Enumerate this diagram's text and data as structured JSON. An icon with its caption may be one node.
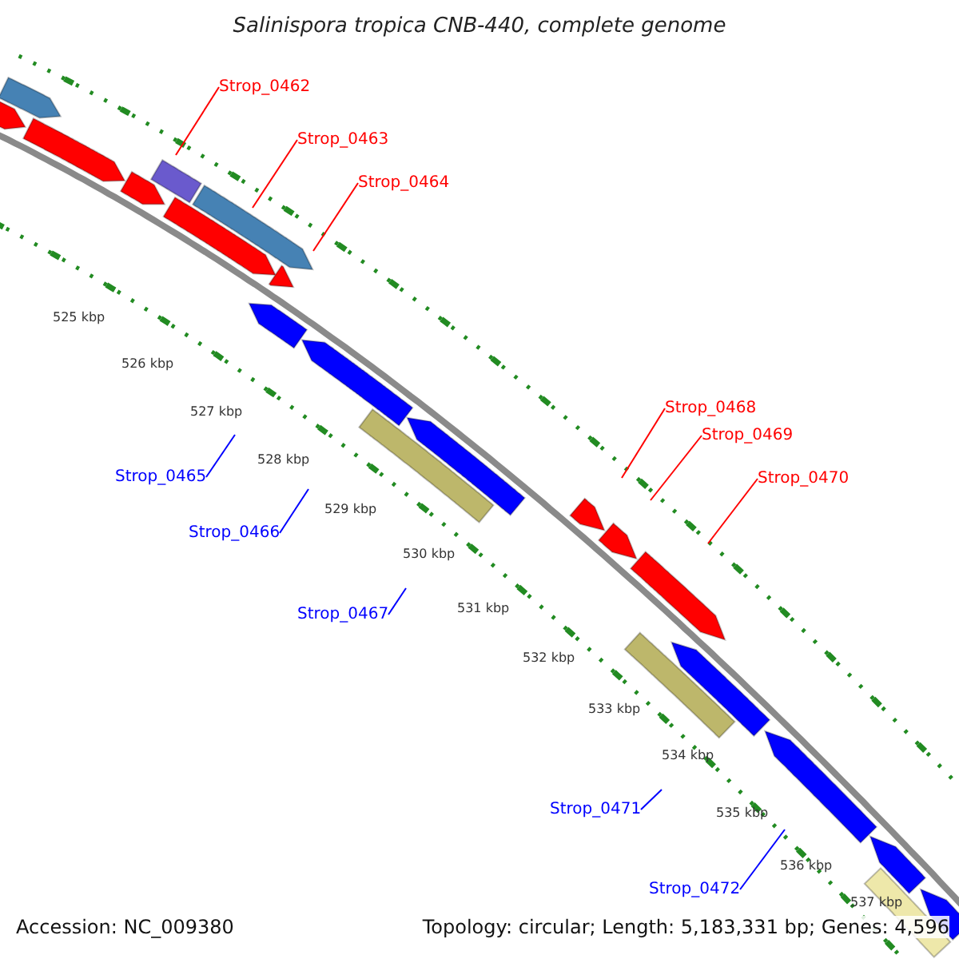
{
  "diagram": {
    "title": "Salinispora tropica CNB-440, complete genome",
    "nodes": [
      {
        "text": [
          "Strop_0462"
        ]
      },
      {
        "text": [
          "Strop_0463"
        ]
      },
      {
        "text": [
          "Strop_0464"
        ]
      },
      {
        "text": [
          "Strop_0468"
        ]
      },
      {
        "text": [
          "Strop_0469"
        ]
      },
      {
        "text": [
          "Strop_0470"
        ]
      },
      {
        "text": [
          "Strop_0465"
        ]
      },
      {
        "text": [
          "Strop_0466"
        ]
      },
      {
        "text": [
          "Strop_0467"
        ]
      },
      {
        "text": [
          "Strop_0471"
        ]
      },
      {
        "text": [
          "Strop_0472"
        ]
      }
    ],
    "edges": [
      {
        "from": 0,
        "to": null,
        "arrow": "none"
      },
      {
        "from": 1,
        "to": null,
        "arrow": "none"
      },
      {
        "from": 2,
        "to": null,
        "arrow": "none"
      },
      {
        "from": 3,
        "to": null,
        "arrow": "none"
      },
      {
        "from": 4,
        "to": null,
        "arrow": "none"
      },
      {
        "from": 5,
        "to": null,
        "arrow": "none"
      },
      {
        "from": 6,
        "to": null,
        "arrow": "none",
        "color": "#0000ff"
      },
      {
        "from": 7,
        "to": null,
        "arrow": "none",
        "color": "#0000ff"
      },
      {
        "from": 8,
        "to": null,
        "arrow": "none",
        "color": "#0000ff"
      },
      {
        "from": 9,
        "to": null,
        "arrow": "none",
        "color": "#0000ff"
      },
      {
        "from": 10,
        "to": null,
        "arrow": "none",
        "color": "#0000ff"
      }
    ],
    "labels": [
      "525 kbp",
      "526 kbp",
      "527 kbp",
      "528 kbp",
      "529 kbp",
      "530 kbp",
      "531 kbp",
      "532 kbp",
      "533 kbp",
      "534 kbp",
      "535 kbp",
      "536 kbp",
      "537 kbp",
      "Accession: NC_009380",
      "Topology: circular; Length: 5,183,331 bp; Genes: 4,596"
    ]
  }
}
